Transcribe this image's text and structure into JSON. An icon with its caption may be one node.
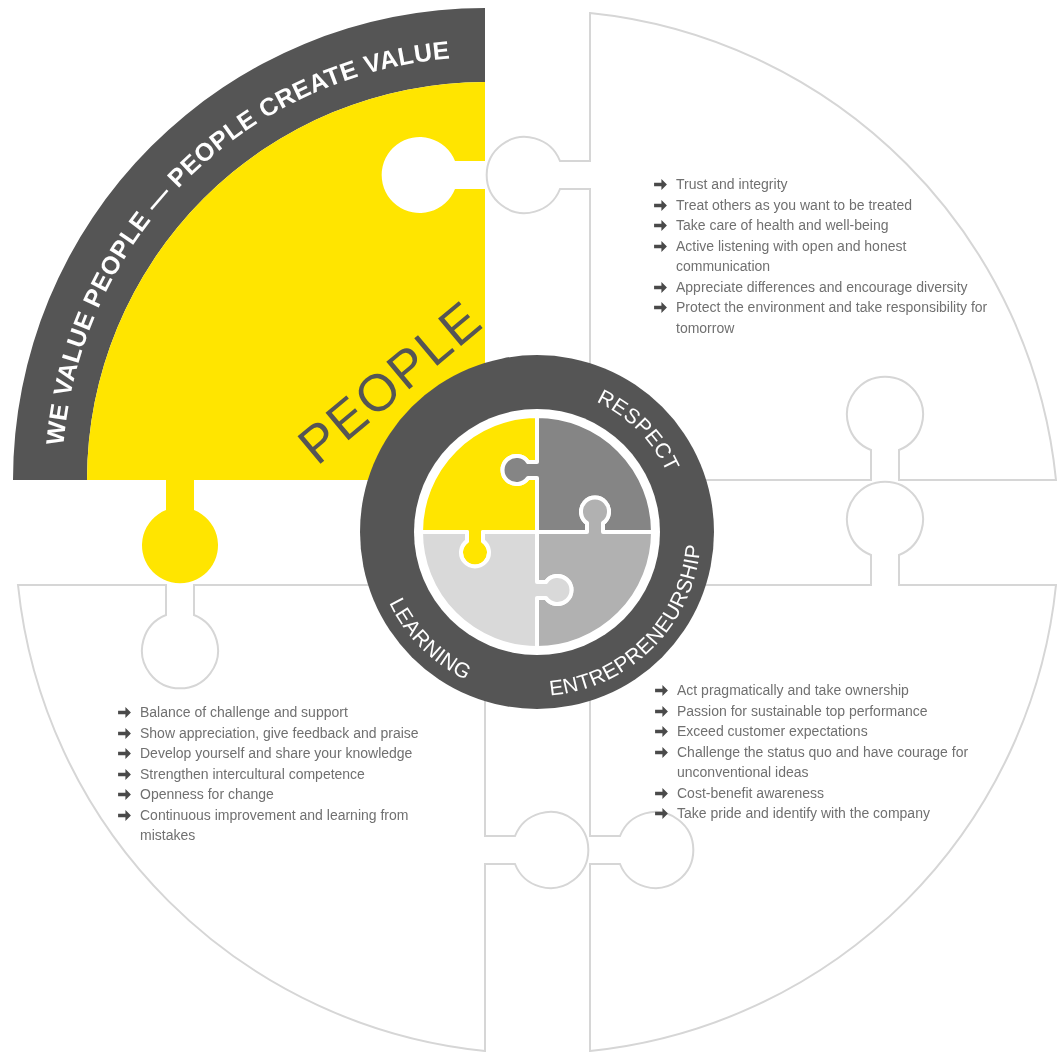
{
  "diagram": {
    "nodes": [
      {
        "text": [
          "WE VALUE PEOPLE — PEOPLE CREATE VALUE",
          "PEOPLE"
        ]
      },
      {
        "text": [
          "Trust and integrity",
          "Treat others as you want to be treated",
          "Take care of health and well-being",
          "Active listening with open and honest communication",
          "Appreciate differences and encourage diversity",
          "Protect the environment and take responsibility for tomorrow"
        ]
      },
      {
        "text": [
          "Act pragmatically and take ownership",
          "Passion for sustainable top performance",
          "Exceed customer expectations",
          "Challenge the status quo and have courage for unconventional ideas",
          "Cost-benefit awareness",
          "Take pride and identify with the company"
        ]
      },
      {
        "text": [
          "Balance of challenge and support",
          "Show appreciation, give feedback and praise",
          "Develop yourself and share your knowledge",
          "Strengthen intercultural competence",
          "Openness for change",
          "Continuous improvement and learning from mistakes"
        ]
      },
      {
        "text": [
          "RESPECT",
          "LEARNING",
          "ENTREPRENEURSHIP"
        ]
      },
      {
        "text": [],
        "shape": "puzzle",
        "in": 4
      },
      {
        "text": [],
        "shape": "puzzle",
        "in": 4
      },
      {
        "text": [],
        "shape": "puzzle",
        "in": 4
      },
      {
        "text": [],
        "shape": "puzzle",
        "in": 4
      }
    ],
    "edges": []
  }
}
